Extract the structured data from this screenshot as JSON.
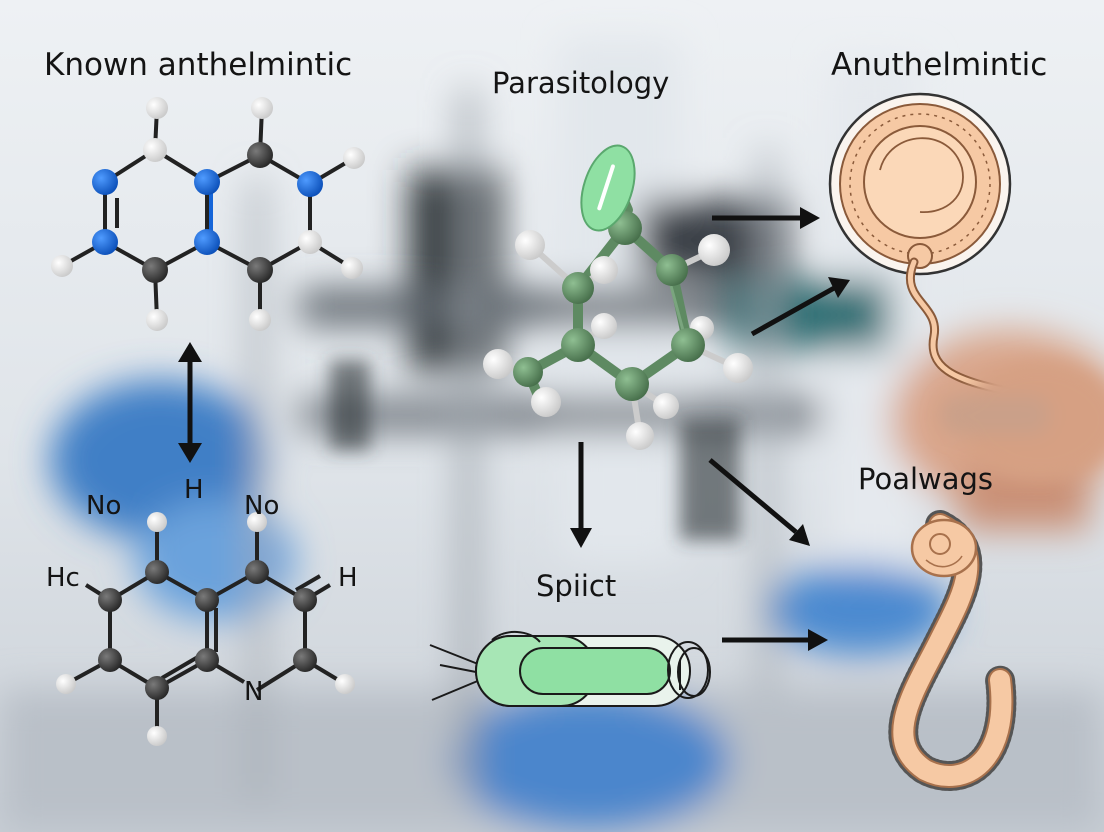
{
  "labels": {
    "top_left": "Known anthelmintic",
    "top_center": "Parasitology",
    "top_right": "Anuthelmintic",
    "mid_right": "Poalwags",
    "bottom_center": "Spiict"
  },
  "atom_labels": {
    "h_center": "H",
    "n_left": "No",
    "n_right": "No",
    "h_left": "Hc",
    "h_right": "H",
    "n_ring": "N"
  },
  "colors": {
    "carbon_dark": "#3a3a3a",
    "nitrogen": "#1565d8",
    "hydrogen": "#f2f2f2",
    "green_carbon": "#5e8a62",
    "capsule_green": "#8fe0a3",
    "worm_fill": "#f6c9a4",
    "worm_stroke": "#a8714c",
    "arrow": "#111111"
  },
  "icons": {
    "arrow_double_vertical": "double-arrow-icon",
    "arrow_right": "arrow-right-icon",
    "arrow_down": "arrow-down-icon"
  }
}
